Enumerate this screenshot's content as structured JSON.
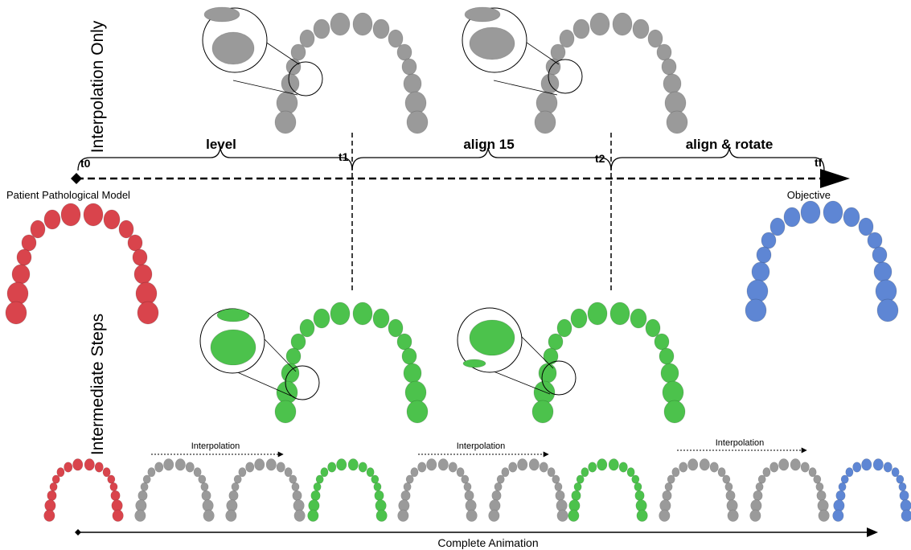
{
  "rows": {
    "top": "Interpolation Only",
    "bottom": "Intermediate Steps"
  },
  "timeline": {
    "markers": [
      "t0",
      "t1",
      "t2",
      "tf"
    ],
    "segments": [
      "level",
      "align 15",
      "align & rotate"
    ],
    "start_label": "Patient Pathological Model",
    "end_label": "Objective"
  },
  "animation": {
    "interpolation_labels": [
      "Interpolation",
      "Interpolation",
      "Interpolation"
    ],
    "label": "Complete Animation",
    "sequence": [
      "red",
      "gray",
      "gray",
      "green",
      "gray",
      "gray",
      "green",
      "gray",
      "gray",
      "blue"
    ]
  },
  "colors": {
    "pathological": "#d9444c",
    "interpolation": "#9a9a9a",
    "intermediate": "#4cc24c",
    "objective": "#5e86d4"
  }
}
